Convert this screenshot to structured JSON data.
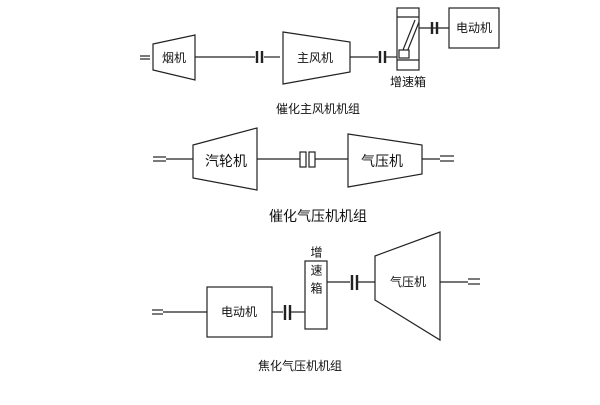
{
  "diagram_1": {
    "caption": "催化主风机机组",
    "flue_turbine": "烟机",
    "main_blower": "主风机",
    "gearbox": "增速箱",
    "motor": "电动机"
  },
  "diagram_2": {
    "caption": "催化气压机机组",
    "steam_turbine": "汽轮机",
    "compressor": "气压机"
  },
  "diagram_3": {
    "caption": "焦化气压机机组",
    "motor": "电动机",
    "gearbox": "增速箱",
    "compressor": "气压机"
  },
  "colors": {
    "line": "#222222",
    "background": "#ffffff"
  }
}
